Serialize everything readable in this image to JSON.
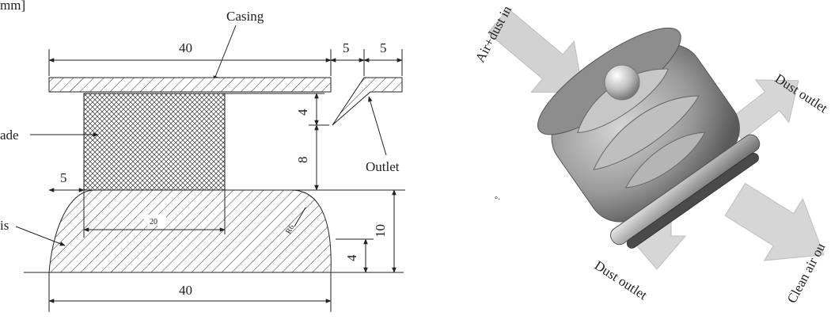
{
  "left_drawing": {
    "unit_label": "mm]",
    "labels": {
      "casing": "Casing",
      "blade": "ade",
      "outlet": "Outlet",
      "axis": "is"
    },
    "dimensions": {
      "top_width": "40",
      "outlet_gap": "5",
      "outlet_width": "5",
      "gap_height": "4",
      "blade_height": "8",
      "axis_offset": "5",
      "hub_width": "20",
      "fillet_radius": "R6",
      "axis_height": "10",
      "base_height": "4",
      "bottom_width": "40"
    }
  },
  "right_drawing": {
    "labels": {
      "inlet": "Air+dust in",
      "dust_outlet_upper": "Dust outlet",
      "dust_outlet_lower": "Dust outlet",
      "clean_air": "Clean air ou",
      "mark": "°·"
    }
  }
}
